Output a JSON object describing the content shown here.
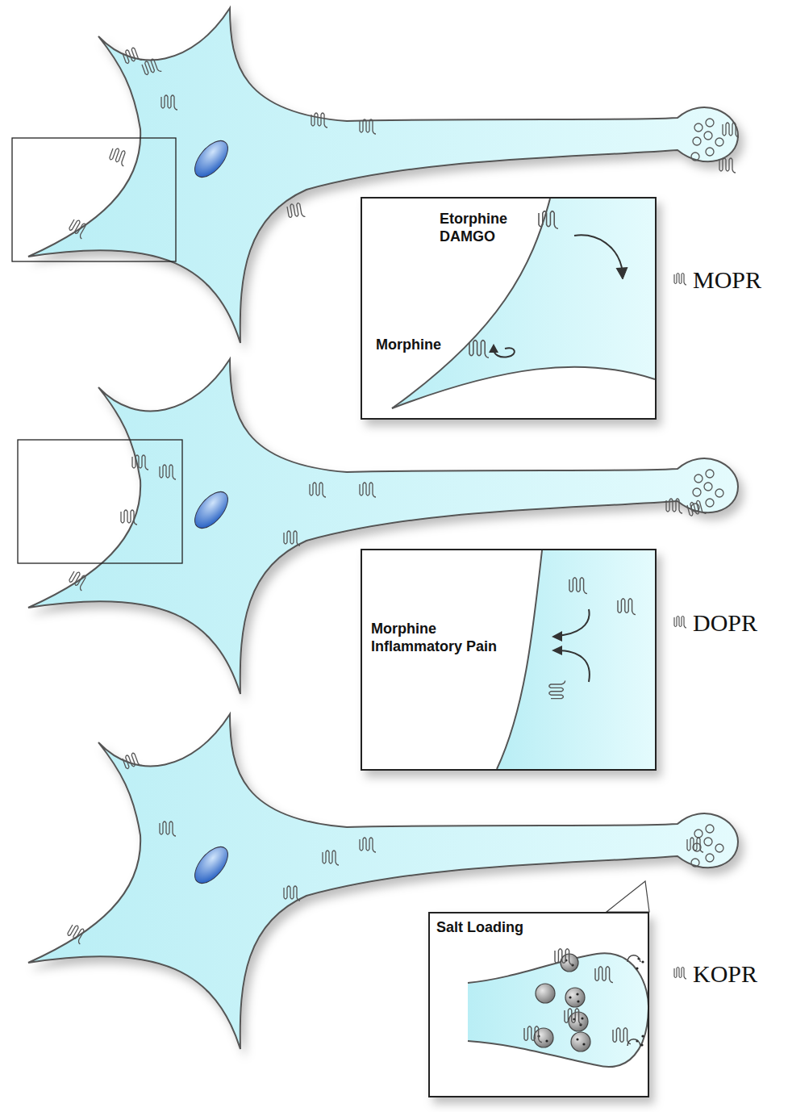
{
  "diagram": {
    "nodes": [
      {
        "text": [
          "Etorphine DAMGO",
          "Morphine"
        ]
      },
      {
        "text": [
          "Morphine Inflammatory Pain"
        ]
      },
      {
        "text": [
          "Salt Loading"
        ]
      }
    ],
    "legend": [
      {
        "text": "MOPR"
      },
      {
        "text": "DOPR"
      },
      {
        "text": "KOPR"
      }
    ]
  }
}
